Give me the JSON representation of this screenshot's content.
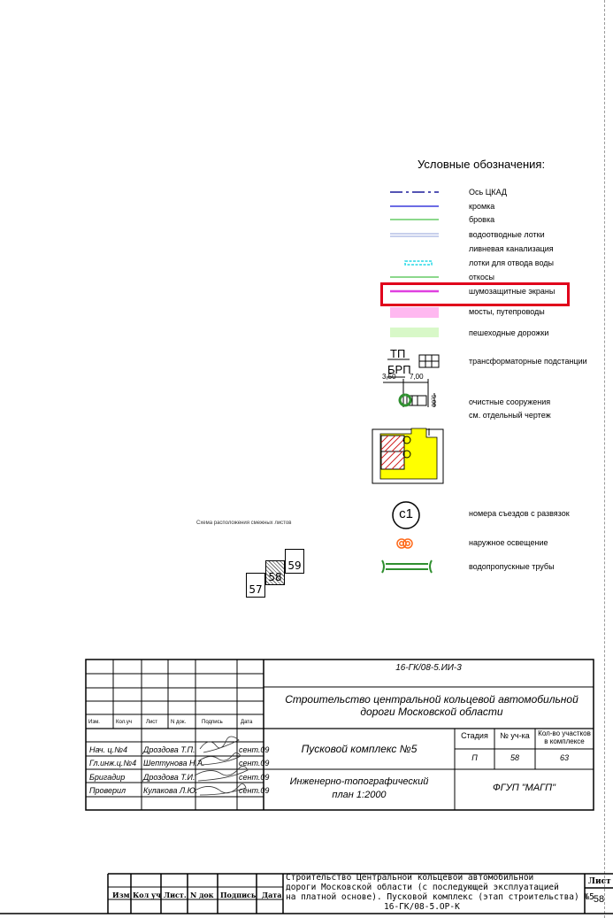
{
  "legend": {
    "title": "Условные обозначения:",
    "items": [
      "Ось ЦКАД",
      "кромка",
      "бровка",
      "водоотводные лотки",
      "ливневая канализация",
      "лотки для отвода воды",
      "откосы",
      "шумозащитные экраны",
      "мосты, путепроводы",
      "пешеходные дорожки",
      "трансформаторные подстанции",
      "очистные сооружения",
      "см. отдельный чертеж",
      "номера съездов с развязок",
      "наружное освещение",
      "водопропускные трубы"
    ],
    "tp_label": "ТП",
    "brp_label": "БРП",
    "dim_a": "3,50",
    "dim_b": "7,00",
    "dim_c": "5,00",
    "exit_label": "с1",
    "colors": {
      "axis": "#1c1c9c",
      "edge": "#3b3bdc",
      "brow": "#48c048",
      "tray": "#8f9fd8",
      "sewer": "#26d9e6",
      "noise": "#e040e0",
      "bridge": "#ffb8f0",
      "walk": "#d8f8c8",
      "yellow": "#ffff00",
      "green": "#2f8f2f",
      "orange": "#ff6a1a"
    }
  },
  "scheme": {
    "caption": "Схема расположения смежных листов",
    "sheets": [
      "57",
      "58",
      "59"
    ]
  },
  "stamp": {
    "code": "16-ГК/08-5.ИИ-3",
    "project": "Строительство центральной кольцевой автомобильной дороги Московской области",
    "complex": "Пусковой комплекс №5",
    "drawing": "Инженерно-топографический план 1:2000",
    "org": "ФГУП \"МАГП\"",
    "col_headers": [
      "Изм.",
      "Кол.уч",
      "Лист",
      "N док.",
      "Подпись",
      "Дата"
    ],
    "stage_headers": [
      "Стадия",
      "№ уч-ка",
      "Кол-во участков в комплексе"
    ],
    "stage_values": [
      "П",
      "58",
      "63"
    ],
    "people": [
      {
        "role": "Нач. ц.№4",
        "name": "Дроздова Т.П.",
        "date": "сент.09"
      },
      {
        "role": "Гл.инж.ц.№4",
        "name": "Шептунова Н.А.",
        "date": "сент.09"
      },
      {
        "role": "Бригадир",
        "name": "Дроздова Т.И.",
        "date": "сент.09"
      },
      {
        "role": "Проверил",
        "name": "Кулакова Л.Ю.",
        "date": "сент.09"
      }
    ]
  },
  "titleblock2": {
    "headers": [
      "Изм",
      "Кол уч",
      "Лист.",
      "N док",
      "Подпись",
      "Дата"
    ],
    "description_lines": [
      "Строительство Центральной кольцевой автомобильной",
      "дороги Московской области (с последующей эксплуатацией",
      "на платной основе). Пусковой комплекс (этап строительства) №5",
      "16-ГК/08-5.ОР-К"
    ],
    "sheet_label": "Лист",
    "sheet_number": "58"
  }
}
